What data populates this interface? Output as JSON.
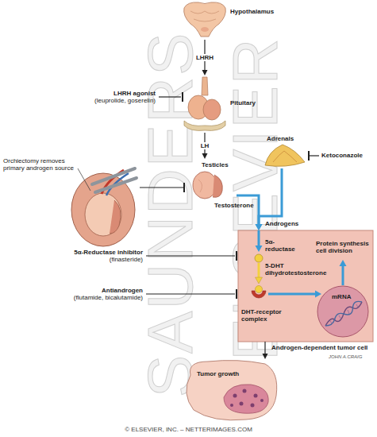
{
  "diagram": {
    "nodes": [
      {
        "text": [
          "Hypothalamus"
        ]
      },
      {
        "text": [
          "Pituitary"
        ]
      },
      {
        "text": [
          "Adrenals"
        ]
      },
      {
        "text": [
          "Orchiectomy removes primary androgen source"
        ]
      },
      {
        "text": [
          "Testicles"
        ]
      },
      {
        "text": [
          "5α-reductase",
          "Protein synthesis cell division",
          "5-DHT dihydrotestosterone",
          "mRNA",
          "DHT-receptor complex",
          "Androgen-dependent tumor cell"
        ]
      },
      {
        "text": [
          "Tumor growth"
        ]
      }
    ],
    "edges": [
      {
        "from": 0,
        "to": 1,
        "label": "LHRH",
        "arrow": "to"
      },
      {
        "from": 1,
        "to": 4,
        "label": "LH",
        "arrow": "to"
      },
      {
        "from": 3,
        "to": 4,
        "arrow": "to"
      },
      {
        "from": 4,
        "to": 5,
        "label": "Testosterone",
        "arrow": "to"
      },
      {
        "from": 2,
        "to": 5,
        "label": "Androgens",
        "arrow": "to"
      },
      {
        "from": 5,
        "to": 6,
        "arrow": "to"
      }
    ],
    "labels": [
      "SAUNDERS",
      "ELSEVIER",
      "LHRH agonist",
      "(leuprolide, goserelin)",
      "Ketoconazole",
      "5α-Reductase inhibitor",
      "(finasteride)",
      "Antiandrogen",
      "(flutamide, bicalutamide)",
      "JOHN A.CRAIG",
      "© ELSEVIER, INC. – NETTERIMAGES.COM"
    ]
  }
}
